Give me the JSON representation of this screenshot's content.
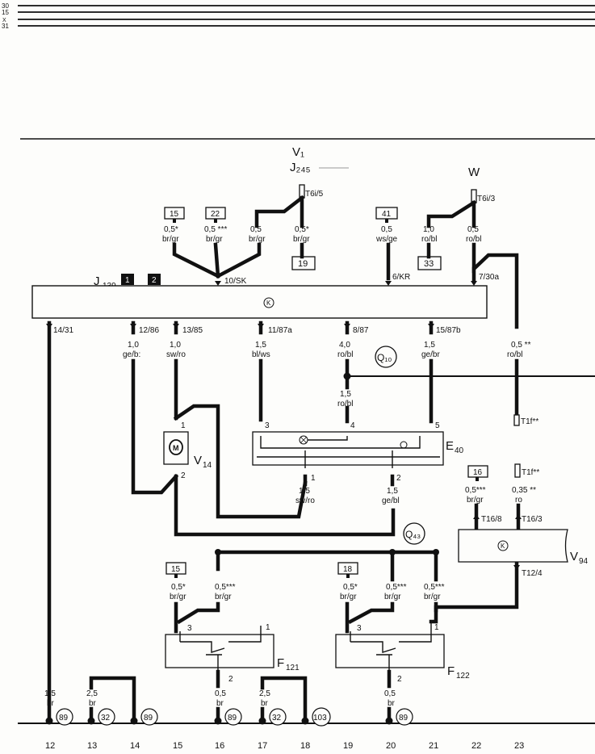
{
  "rails": [
    "30",
    "15",
    "X",
    "31"
  ],
  "components": {
    "v1": "V₁",
    "j245": "J₂₄₅",
    "w": "W",
    "j139": "J",
    "j139_sub": "139",
    "j139_badge1": "1",
    "j139_badge2": "2",
    "v14": "V",
    "v14_sub": "14",
    "e40": "E",
    "e40_sub": "40",
    "v94": "V",
    "v94_sub": "94",
    "f121": "F",
    "f121_sub": "121",
    "f122": "F",
    "f122_sub": "122",
    "q10": "Q₁₀",
    "q43": "Q₄₃",
    "ctrl_symbol": "K"
  },
  "connectors": {
    "t6i5": "T6i/5",
    "t6i3": "T6i/3",
    "t1f_a": "T1f**",
    "t1f_b": "T1f**",
    "t16_8": "T16/8",
    "t16_3": "T16/3",
    "t12_4": "T12/4"
  },
  "top_refs": [
    "15",
    "22",
    "19",
    "41",
    "33",
    "16",
    "15",
    "18"
  ],
  "j139_pins": {
    "p10": "10/SK",
    "p6": "6/KR",
    "p7": "7/30a",
    "p14": "14/31",
    "p12": "12/86",
    "p13": "13/85",
    "p11": "11/87a",
    "p8": "8/87",
    "p15": "15/87b"
  },
  "wires": [
    {
      "size": "0,5*",
      "color": "br/gr"
    },
    {
      "size": "0,5 ***",
      "color": "br/gr"
    },
    {
      "size": "0,5",
      "color": "br/gr"
    },
    {
      "size": "0,5*",
      "color": "br/gr"
    },
    {
      "size": "0,5",
      "color": "ws/ge"
    },
    {
      "size": "1,0",
      "color": "ro/bl"
    },
    {
      "size": "0,5",
      "color": "ro/bl"
    },
    {
      "size": "1,0",
      "color": "ge/b:"
    },
    {
      "size": "1,0",
      "color": "sw/ro"
    },
    {
      "size": "1,5",
      "color": "bl/ws"
    },
    {
      "size": "4,0",
      "color": "ro/bl"
    },
    {
      "size": "1,5",
      "color": "ge/br"
    },
    {
      "size": "0,5 **",
      "color": "ro/bl"
    },
    {
      "size": "1,5",
      "color": "ro/bl"
    },
    {
      "size": "1,5",
      "color": "sw/ro"
    },
    {
      "size": "1,5",
      "color": "ge/bl"
    },
    {
      "size": "0,5***",
      "color": "br/gr"
    },
    {
      "size": "0,35 **",
      "color": "ro"
    },
    {
      "size": "0,5*",
      "color": "br/gr"
    },
    {
      "size": "0,5***",
      "color": "br/gr"
    },
    {
      "size": "0,5*",
      "color": "br/gr"
    },
    {
      "size": "0,5***",
      "color": "br/gr"
    },
    {
      "size": "0,5***",
      "color": "br/gr"
    },
    {
      "size": "1,5",
      "color": "br"
    },
    {
      "size": "2,5",
      "color": "br"
    },
    {
      "size": "0,5",
      "color": "br"
    },
    {
      "size": "2,5",
      "color": "br"
    },
    {
      "size": "0,5",
      "color": "br"
    }
  ],
  "pin_numbers": {
    "v14_1": "1",
    "v14_2": "2",
    "e40_3": "3",
    "e40_4": "4",
    "e40_5": "5",
    "e40_1": "1",
    "e40_2": "2",
    "f121_3": "3",
    "f121_1": "1",
    "f121_2": "2",
    "f122_3": "3",
    "f122_1": "1",
    "f122_2": "2"
  },
  "ground_refs": [
    "89",
    "32",
    "89",
    "89",
    "32",
    "103",
    "89"
  ],
  "current_tracks": [
    "12",
    "13",
    "14",
    "15",
    "16",
    "17",
    "18",
    "19",
    "20",
    "21",
    "22",
    "23"
  ]
}
